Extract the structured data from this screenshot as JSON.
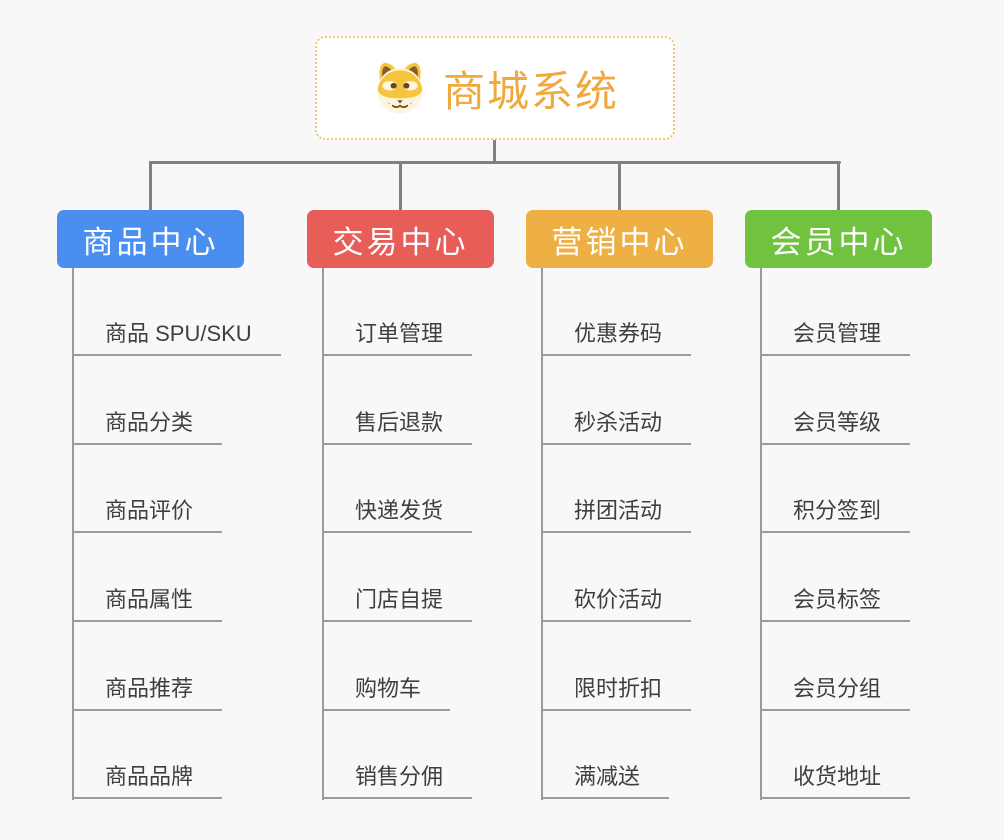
{
  "root": {
    "title": "商城系统",
    "icon": "dog-face-icon"
  },
  "branches": [
    {
      "label": "商品中心",
      "color": "#4a8ff0",
      "children": [
        "商品 SPU/SKU",
        "商品分类",
        "商品评价",
        "商品属性",
        "商品推荐",
        "商品品牌"
      ]
    },
    {
      "label": "交易中心",
      "color": "#e85d58",
      "children": [
        "订单管理",
        "售后退款",
        "快递发货",
        "门店自提",
        "购物车",
        "销售分佣"
      ]
    },
    {
      "label": "营销中心",
      "color": "#eeb044",
      "children": [
        "优惠券码",
        "秒杀活动",
        "拼团活动",
        "砍价活动",
        "限时折扣",
        "满减送"
      ]
    },
    {
      "label": "会员中心",
      "color": "#71c23e",
      "children": [
        "会员管理",
        "会员等级",
        "积分签到",
        "会员标签",
        "会员分组",
        "收货地址"
      ]
    }
  ],
  "colors": {
    "connector": "#808080",
    "branch_line": "#9b9b9b",
    "root_accent": "#f0a93c",
    "root_border": "#f2c377",
    "background": "#f8f8f8"
  }
}
